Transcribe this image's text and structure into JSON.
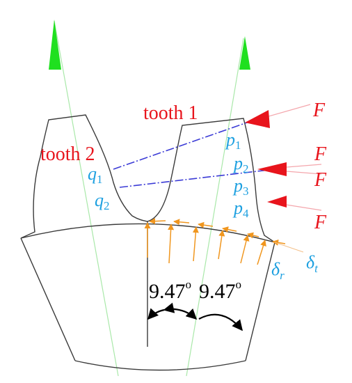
{
  "labels": {
    "tooth1": "tooth 1",
    "tooth2": "tooth 2",
    "force": "F",
    "p1": "p",
    "p1_sub": "1",
    "p2": "p",
    "p2_sub": "2",
    "p3": "p",
    "p3_sub": "3",
    "p4": "p",
    "p4_sub": "4",
    "q1": "q",
    "q1_sub": "1",
    "q2": "q",
    "q2_sub": "2",
    "delta_r": "δ",
    "delta_r_sub": "r",
    "delta_t": "δ",
    "delta_t_sub": "t",
    "angle_left": "9.47",
    "angle_right": "9.47",
    "degree_mark": "o"
  },
  "colors": {
    "outline": "#3a3a3a",
    "force_arrow": "#e8141c",
    "force_line": "#f4a6ac",
    "contact_line": "#3b3bd6",
    "label_red": "#e8141c",
    "label_blue": "#1ea0e0",
    "displacement": "#f0961e",
    "axis_arrow": "#1fe01f",
    "axis_line": "#a9e8a9"
  }
}
